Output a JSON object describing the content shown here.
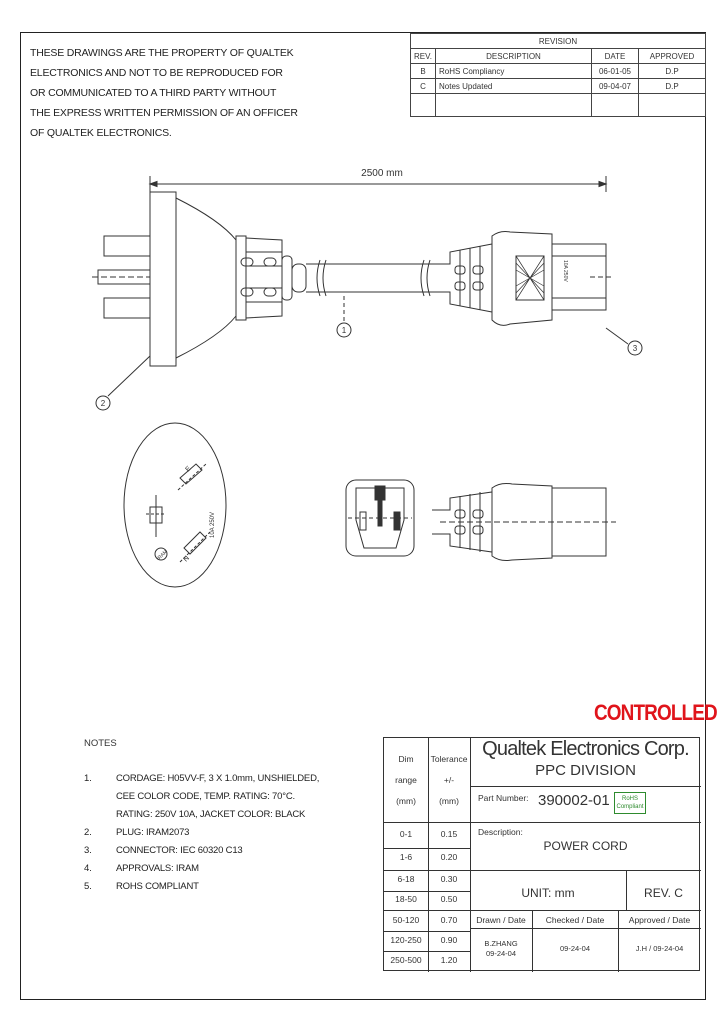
{
  "property_notice": [
    "THESE DRAWINGS ARE THE PROPERTY OF QUALTEK",
    "ELECTRONICS AND NOT TO BE REPRODUCED FOR",
    "OR COMMUNICATED TO A THIRD PARTY WITHOUT",
    "THE EXPRESS WRITTEN PERMISSION OF AN OFFICER",
    "OF QUALTEK ELECTRONICS."
  ],
  "revision": {
    "title": "REVISION",
    "headers": [
      "REV.",
      "DESCRIPTION",
      "DATE",
      "APPROVED"
    ],
    "rows": [
      [
        "B",
        "RoHS Compliancy",
        "06-01-05",
        "D.P"
      ],
      [
        "C",
        "Notes Updated",
        "09-04-07",
        "D.P"
      ]
    ]
  },
  "drawing": {
    "length_label": "2500 mm",
    "balloons": [
      "1",
      "2",
      "3"
    ],
    "plug_face_text": "10A 250V",
    "plug_pin_labels": [
      "E",
      "N"
    ],
    "plug_cert_mark": "IRAM"
  },
  "notes": {
    "title": "NOTES",
    "items": [
      {
        "num": "1.",
        "lines": [
          "CORDAGE: H05VV-F, 3 X 1.0mm, UNSHIELDED,",
          "CEE COLOR CODE, TEMP. RATING: 70°C.",
          "RATING: 250V 10A, JACKET COLOR: BLACK"
        ]
      },
      {
        "num": "2.",
        "lines": [
          "PLUG: IRAM2073"
        ]
      },
      {
        "num": "3.",
        "lines": [
          "CONNECTOR: IEC 60320 C13"
        ]
      },
      {
        "num": "4.",
        "lines": [
          "APPROVALS: IRAM"
        ]
      },
      {
        "num": "5.",
        "lines": [
          "ROHS COMPLIANT"
        ]
      }
    ]
  },
  "controlled_stamp": "CONTROLLED",
  "title_block": {
    "dim_header": [
      "Dim",
      "range",
      "(mm)"
    ],
    "tol_header": [
      "Tolerance",
      "+/-",
      "(mm)"
    ],
    "tolerances": [
      [
        "0-1",
        "0.15"
      ],
      [
        "1-6",
        "0.20"
      ],
      [
        "6-18",
        "0.30"
      ],
      [
        "18-50",
        "0.50"
      ],
      [
        "50-120",
        "0.70"
      ],
      [
        "120-250",
        "0.90"
      ],
      [
        "250-500",
        "1.20"
      ]
    ],
    "company": "Qualtek Electronics Corp.",
    "division": "PPC DIVISION",
    "part_number_label": "Part Number:",
    "part_number": "390002-01",
    "rohs_badge": [
      "RoHS",
      "Compliant"
    ],
    "description_label": "Description:",
    "description": "POWER CORD",
    "unit": "UNIT: mm",
    "rev": "REV. C",
    "drawn_label": "Drawn / Date",
    "checked_label": "Checked / Date",
    "approved_label": "Approved / Date",
    "drawn_by": "B.ZHANG",
    "drawn_date": "09-24-04",
    "checked": "09-24-04",
    "approved": "J.H / 09-24-04"
  }
}
